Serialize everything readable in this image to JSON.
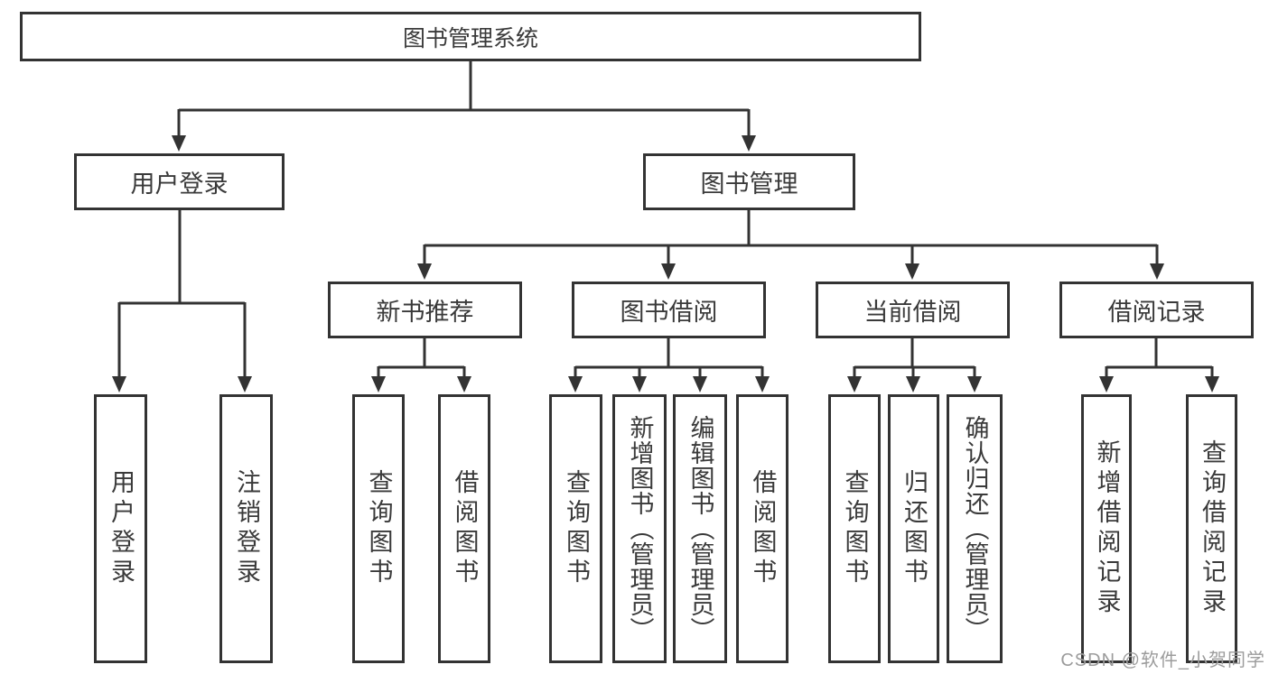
{
  "tree": {
    "label": "图书管理系统",
    "children": [
      {
        "label": "用户登录",
        "children": [
          {
            "label": "用户登录"
          },
          {
            "label": "注销登录"
          }
        ]
      },
      {
        "label": "图书管理",
        "children": [
          {
            "label": "新书推荐",
            "children": [
              {
                "label": "查询图书"
              },
              {
                "label": "借阅图书"
              }
            ]
          },
          {
            "label": "图书借阅",
            "children": [
              {
                "label": "查询图书"
              },
              {
                "label": "新增图书（管理员）"
              },
              {
                "label": "编辑图书（管理员）"
              },
              {
                "label": "借阅图书"
              }
            ]
          },
          {
            "label": "当前借阅",
            "children": [
              {
                "label": "查询图书"
              },
              {
                "label": "归还图书"
              },
              {
                "label": "确认归还（管理员）"
              }
            ]
          },
          {
            "label": "借阅记录",
            "children": [
              {
                "label": "新增借阅记录"
              },
              {
                "label": "查询借阅记录"
              }
            ]
          }
        ]
      }
    ]
  },
  "watermark": "CSDN @软件_小贺同学",
  "colors": {
    "line": "#333333",
    "text": "#3a3a3a",
    "box_background": "#ffffff",
    "watermark": "#9c9c9c"
  }
}
